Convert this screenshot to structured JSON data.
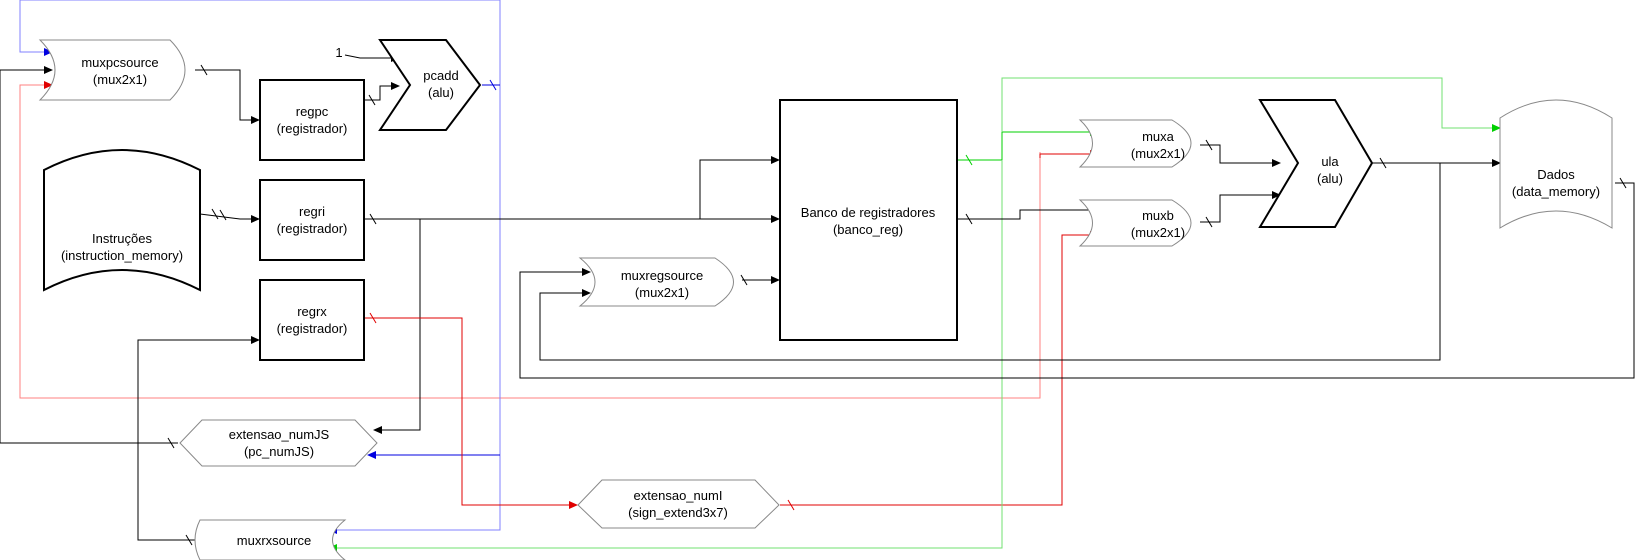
{
  "blocks": {
    "muxpcsource": {
      "name": "muxpcsource",
      "type": "(mux2x1)"
    },
    "pcadd": {
      "name": "pcadd",
      "type": "(alu)"
    },
    "regpc": {
      "name": "regpc",
      "type": "(registrador)"
    },
    "instrucoes": {
      "name": "Instruções",
      "type": "(instruction_memory)"
    },
    "regri": {
      "name": "regri",
      "type": "(registrador)"
    },
    "regrx": {
      "name": "regrx",
      "type": "(registrador)"
    },
    "banco": {
      "name": "Banco de registradores",
      "type": "(banco_reg)"
    },
    "muxregsource": {
      "name": "muxregsource",
      "type": "(mux2x1)"
    },
    "muxa": {
      "name": "muxa",
      "type": "(mux2x1)"
    },
    "muxb": {
      "name": "muxb",
      "type": "(mux2x1)"
    },
    "ula": {
      "name": "ula",
      "type": "(alu)"
    },
    "dados": {
      "name": "Dados",
      "type": "(data_memory)"
    },
    "extensao_numjs": {
      "name": "extensao_numJS",
      "type": "(pc_numJS)"
    },
    "extensao_numi": {
      "name": "extensao_numI",
      "type": "(sign_extend3x7)"
    },
    "muxrxsource": {
      "name": "muxrxsource",
      "type": ""
    }
  },
  "constant_one": "1",
  "colors": {
    "black": "#000000",
    "red": "#e00000",
    "blue": "#0000e0",
    "green": "#00d000"
  }
}
